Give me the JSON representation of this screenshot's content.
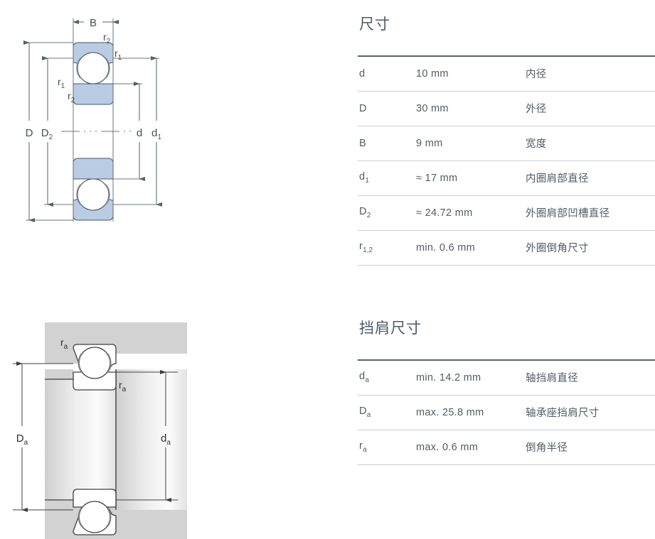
{
  "bearing_drawing": {
    "section_view": {
      "labels": {
        "width": "B",
        "outer_diameter": "D",
        "outer_shoulder_diameter": "D",
        "outer_shoulder_diameter_sub": "2",
        "bore": "d",
        "inner_shoulder_diameter": "d",
        "inner_shoulder_diameter_sub": "1",
        "chamfer_r1": "r",
        "chamfer_r1_sub": "1",
        "chamfer_r2": "r",
        "chamfer_r2_sub": "2"
      },
      "colors": {
        "ring_fill": "#b9cce4",
        "ring_stroke": "#4a5568",
        "line": "#6d7681",
        "ball_fill": "#ffffff"
      }
    },
    "abutment_view": {
      "labels": {
        "housing_shoulder": "D",
        "housing_shoulder_sub": "a",
        "shaft_shoulder": "d",
        "shaft_shoulder_sub": "a",
        "fillet_radius": "r",
        "fillet_radius_sub": "a"
      },
      "colors": {
        "metal_fill": "#d2d2d2",
        "bearing_fill": "#ffffff",
        "stroke": "#3f3f3f"
      }
    }
  },
  "specs": {
    "dimensions": {
      "title": "尺寸",
      "rows": [
        {
          "symbol": "d",
          "sub": "",
          "value": "10 mm",
          "description": "内径"
        },
        {
          "symbol": "D",
          "sub": "",
          "value": "30 mm",
          "description": "外径"
        },
        {
          "symbol": "B",
          "sub": "",
          "value": "9 mm",
          "description": "宽度"
        },
        {
          "symbol": "d",
          "sub": "1",
          "value": "≈ 17 mm",
          "description": "内圈肩部直径"
        },
        {
          "symbol": "D",
          "sub": "2",
          "value": "≈ 24.72 mm",
          "description": "外圈肩部凹槽直径"
        },
        {
          "symbol": "r",
          "sub": "1,2",
          "value": "min. 0.6 mm",
          "description": "外圈倒角尺寸"
        }
      ]
    },
    "abutment": {
      "title": "挡肩尺寸",
      "rows": [
        {
          "symbol": "d",
          "sub": "a",
          "value": "min. 14.2 mm",
          "description": "轴挡肩直径"
        },
        {
          "symbol": "D",
          "sub": "a",
          "value": "max. 25.8 mm",
          "description": "轴承座挡肩尺寸"
        },
        {
          "symbol": "r",
          "sub": "a",
          "value": "max. 0.6 mm",
          "description": "倒角半径"
        }
      ]
    }
  },
  "theme": {
    "text_color": "#515c66",
    "title_color": "#4c5a66",
    "rule_color": "#c9ced3",
    "top_rule_color": "#58626b",
    "ring_blue": "#b9cce4",
    "metal_gray": "#d2d2d2"
  }
}
